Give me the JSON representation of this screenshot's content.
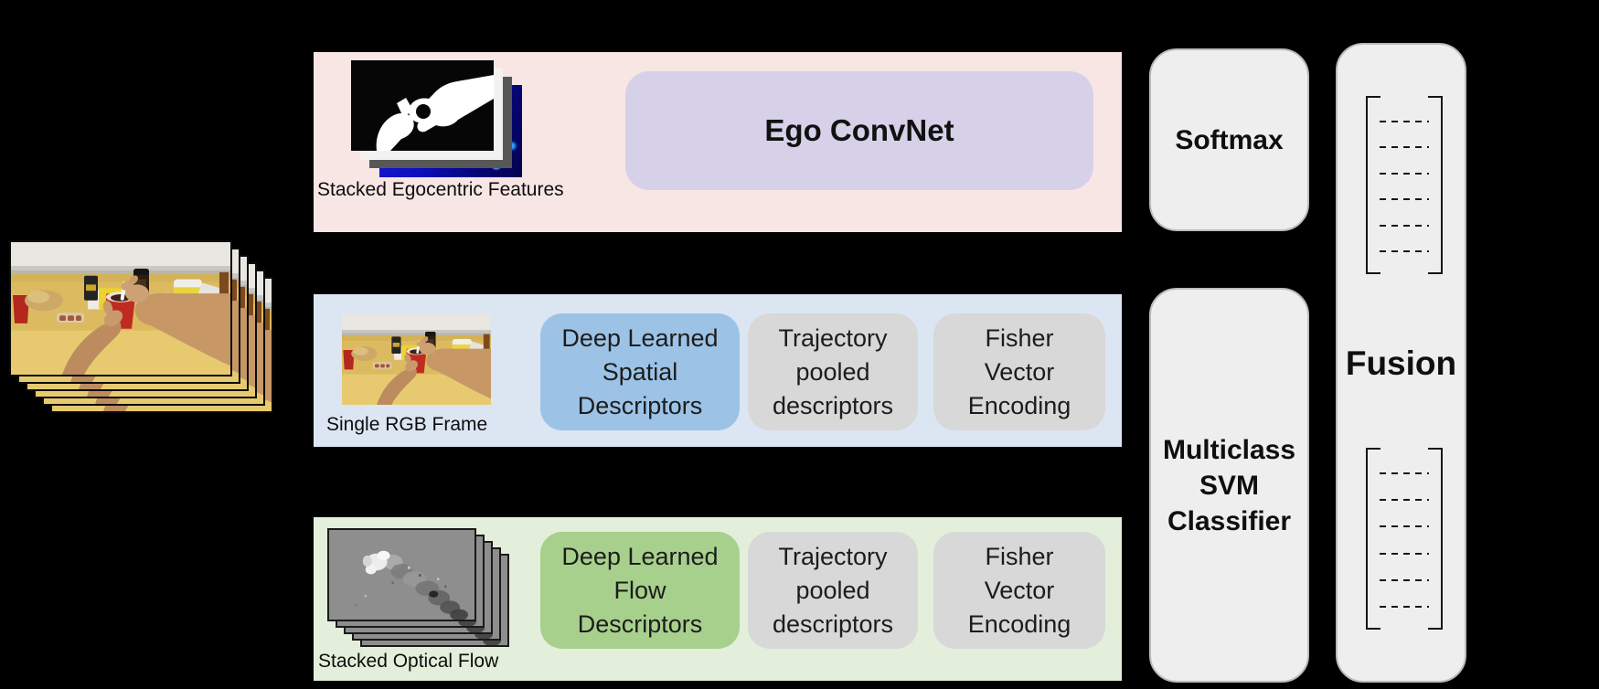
{
  "canvas": {
    "bg": "#000000"
  },
  "input_stack": {
    "frame_count": 6
  },
  "ego_band": {
    "bg": "#f8e6e5",
    "caption": "Stacked Egocentric Features",
    "stack": {
      "frame_count": 4,
      "sheet_colors": [
        "#f4f2f1",
        "#575757",
        "#0d0dbb"
      ]
    },
    "convnet": {
      "label": "Ego ConvNet",
      "bg": "#d6d0e8"
    }
  },
  "rgb_band": {
    "bg": "#dce6f3",
    "caption": "Single RGB Frame",
    "boxes": [
      {
        "label": "Deep Learned\nSpatial\nDescriptors",
        "bg": "#9cc3e6"
      },
      {
        "label": "Trajectory\npooled\ndescriptors",
        "bg": "#d8d8d8"
      },
      {
        "label": "Fisher\nVector\nEncoding",
        "bg": "#d8d8d8"
      }
    ]
  },
  "flow_band": {
    "bg": "#e3efda",
    "caption": "Stacked Optical Flow",
    "stack": {
      "frame_count": 5
    },
    "boxes": [
      {
        "label": "Deep Learned\nFlow\nDescriptors",
        "bg": "#a8d08d"
      },
      {
        "label": "Trajectory\npooled\ndescriptors",
        "bg": "#d8d8d8"
      },
      {
        "label": "Fisher\nVector\nEncoding",
        "bg": "#d8d8d8"
      }
    ]
  },
  "classifier_column": {
    "box_bg": "#efeeee",
    "box_border": "#bcbcbc",
    "softmax_label": "Softmax",
    "svm_label": "Multiclass\nSVM\nClassifier"
  },
  "fusion_column": {
    "box_bg": "#efeeee",
    "label": "Fusion",
    "vectors": [
      {
        "dash_rows": 6
      },
      {
        "dash_rows": 6
      }
    ]
  }
}
